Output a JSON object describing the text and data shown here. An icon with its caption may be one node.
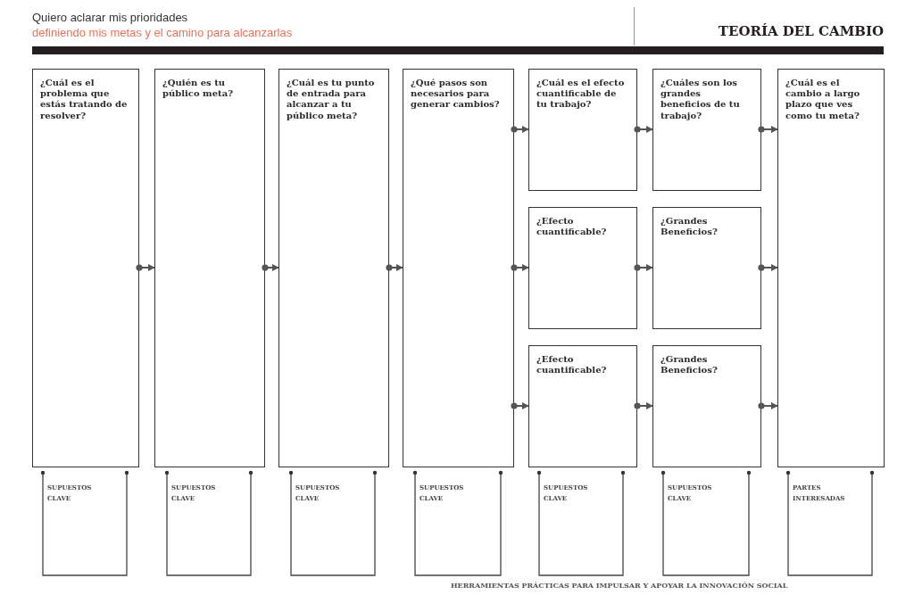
{
  "diagram": {
    "title": "TEORÍA DEL CAMBIO",
    "nodes": [
      {
        "text": [
          "¿Cuál es el problema que estás tratando de resolver?"
        ]
      },
      {
        "text": [
          "¿Quién es tu público meta?"
        ]
      },
      {
        "text": [
          "¿Cuál es tu punto de entrada para alcanzar a tu público meta?"
        ]
      },
      {
        "text": [
          "¿Qué pasos son necesarios para generar cambios?"
        ]
      },
      {
        "text": [
          "¿Cuál es el efecto cuantificable de tu trabajo?"
        ]
      },
      {
        "text": [
          "¿Efecto cuantificable?"
        ]
      },
      {
        "text": [
          "¿Efecto cuantificable?"
        ]
      },
      {
        "text": [
          "¿Cuáles son los grandes beneficios de tu trabajo?"
        ]
      },
      {
        "text": [
          "¿Grandes Beneficios?"
        ]
      },
      {
        "text": [
          "¿Grandes Beneficios?"
        ]
      },
      {
        "text": [
          "¿Cuál es el cambio a largo plazo que ves como tu meta?"
        ]
      },
      {
        "text": [
          "SUPUESTOS CLAVE"
        ]
      },
      {
        "text": [
          "SUPUESTOS CLAVE"
        ]
      },
      {
        "text": [
          "SUPUESTOS CLAVE"
        ]
      },
      {
        "text": [
          "SUPUESTOS CLAVE"
        ]
      },
      {
        "text": [
          "SUPUESTOS CLAVE"
        ]
      },
      {
        "text": [
          "SUPUESTOS CLAVE"
        ]
      },
      {
        "text": [
          "PARTES INTERESADAS"
        ]
      }
    ],
    "edges": [
      {
        "from": 0,
        "to": 1,
        "arrow": "to"
      },
      {
        "from": 1,
        "to": 2,
        "arrow": "to"
      },
      {
        "from": 2,
        "to": 3,
        "arrow": "to"
      },
      {
        "from": 3,
        "to": 4,
        "arrow": "to"
      },
      {
        "from": 3,
        "to": 5,
        "arrow": "to"
      },
      {
        "from": 3,
        "to": 6,
        "arrow": "to"
      },
      {
        "from": 4,
        "to": 7,
        "arrow": "to"
      },
      {
        "from": 5,
        "to": 8,
        "arrow": "to"
      },
      {
        "from": 6,
        "to": 9,
        "arrow": "to"
      },
      {
        "from": 7,
        "to": 10,
        "arrow": "to"
      },
      {
        "from": 8,
        "to": 10,
        "arrow": "to"
      },
      {
        "from": 9,
        "to": 10,
        "arrow": "to"
      }
    ],
    "labels": [
      "Quiero aclarar mis prioridades",
      "definiendo mis metas y el camino para alcanzarlas",
      "HERRAMIENTAS PRÁCTICAS PARA IMPULSAR Y APOYAR LA INNOVACIÓN SOCIAL"
    ]
  }
}
